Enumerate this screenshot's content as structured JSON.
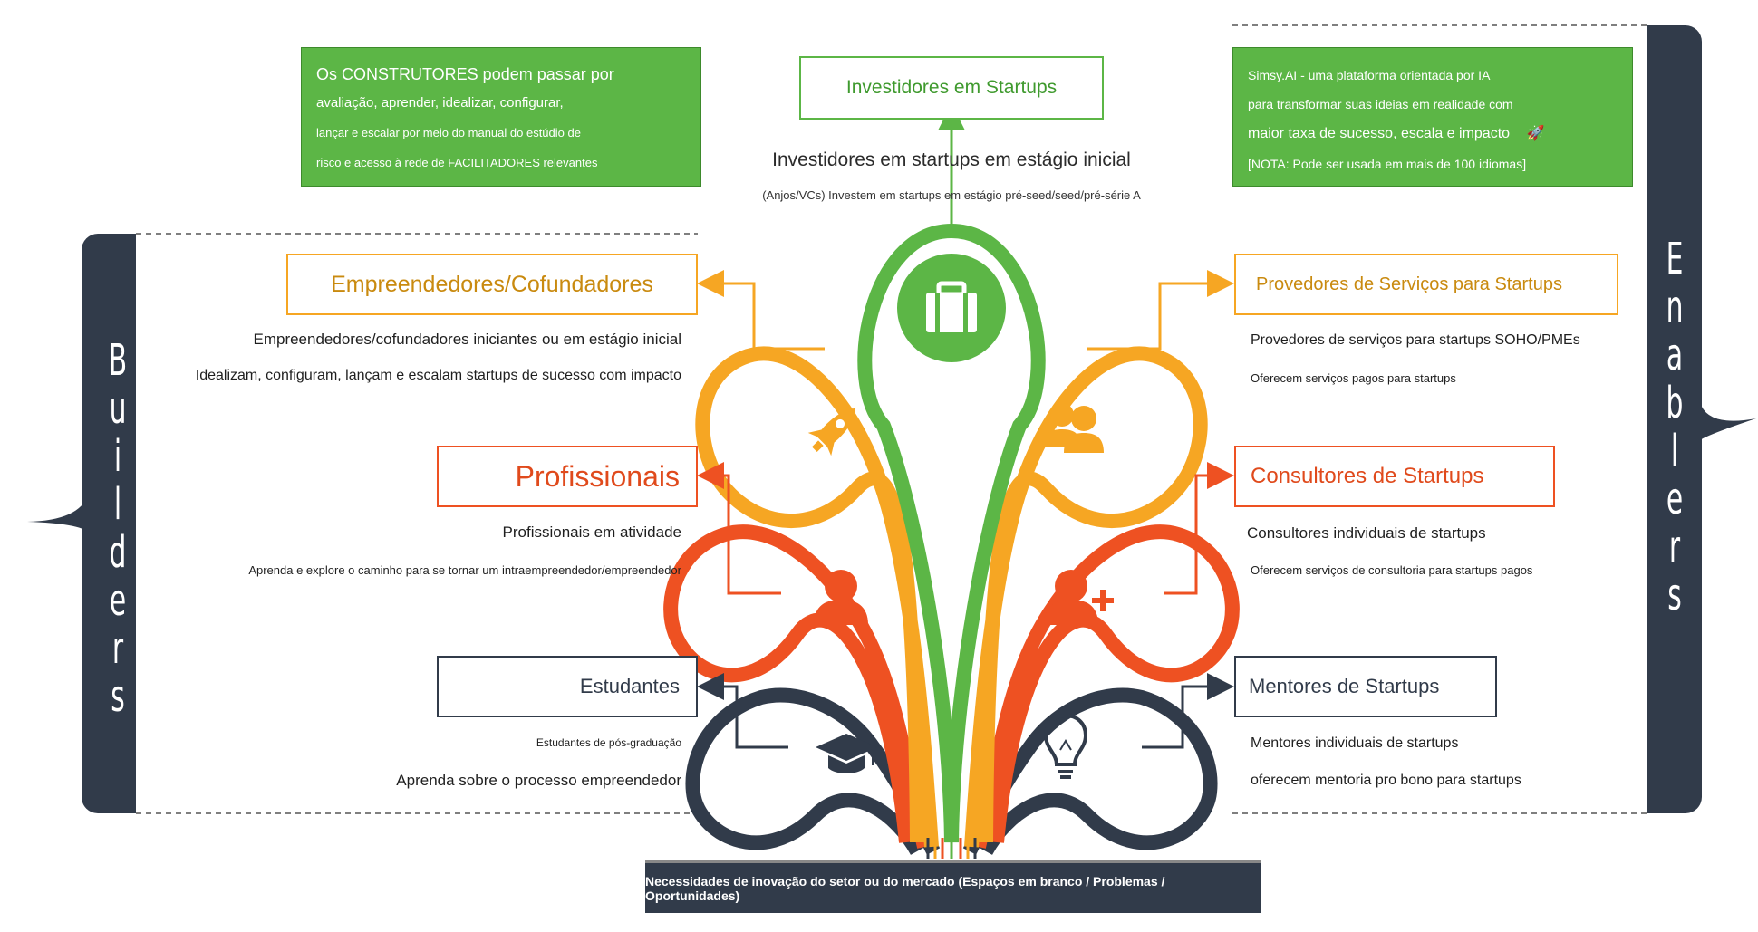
{
  "top_left_note": {
    "lines": [
      "Os CONSTRUTORES podem passar por",
      "avaliação, aprender, idealizar, configurar,",
      "lançar e escalar por meio do manual do estúdio de",
      "risco e acesso à rede de FACILITADORES relevantes"
    ]
  },
  "top_right_note": {
    "lines": [
      "Simsy.AI - uma plataforma orientada por IA",
      "para transformar suas ideias em realidade com",
      "maior taxa de sucesso, escala e impacto",
      "[NOTA: Pode ser usada em mais de 100 idiomas]"
    ],
    "emoji": "🚀"
  },
  "investors": {
    "title": "Investidores em Startups",
    "subtitle": "Investidores em startups em estágio inicial",
    "desc": "(Anjos/VCs) Investem em startups em estágio pré-seed/seed/pré-série A"
  },
  "builders_label": [
    "B",
    "u",
    "i",
    "l",
    "d",
    "e",
    "r",
    "s"
  ],
  "enablers_label": [
    "E",
    "n",
    "a",
    "b",
    "l",
    "e",
    "r",
    "s"
  ],
  "left": {
    "entrepreneurs": {
      "title": "Empreendedores/Cofundadores",
      "line1": "Empreendedores/cofundadores iniciantes ou em estágio inicial",
      "line2": "Idealizam, configuram, lançam e escalam startups de sucesso com impacto"
    },
    "professionals": {
      "title": "Profissionais",
      "line1": "Profissionais em atividade",
      "line2": "Aprenda e explore o caminho para se tornar um intraempreendedor/empreendedor"
    },
    "students": {
      "title": "Estudantes",
      "line1": "Estudantes de pós-graduação",
      "line2": "Aprenda sobre o processo empreendedor"
    }
  },
  "right": {
    "providers": {
      "title": "Provedores de Serviços para Startups",
      "line1": "Provedores de serviços para startups SOHO/PMEs",
      "line2": "Oferecem serviços pagos para startups"
    },
    "consultants": {
      "title": "Consultores de Startups",
      "line1": "Consultores individuais de startups",
      "line2": "Oferecem serviços de consultoria para startups pagos"
    },
    "mentors": {
      "title": "Mentores de Startups",
      "line1": "Mentores individuais de startups",
      "line2": "oferecem mentoria pro bono para startups"
    }
  },
  "bottom_bar": "Necessidades de inovação do setor ou do mercado (Espaços em branco / Problemas / Oportunidades)",
  "colors": {
    "green": "#5cb646",
    "orange": "#f6a623",
    "red": "#ee5122",
    "navy": "#313b4a",
    "title_orange": "#c98a0f"
  },
  "icons": [
    "briefcase-icon",
    "rocket-icon",
    "group-icon",
    "person-icon",
    "add-person-icon",
    "graduation-cap-icon",
    "lightbulb-icon"
  ]
}
